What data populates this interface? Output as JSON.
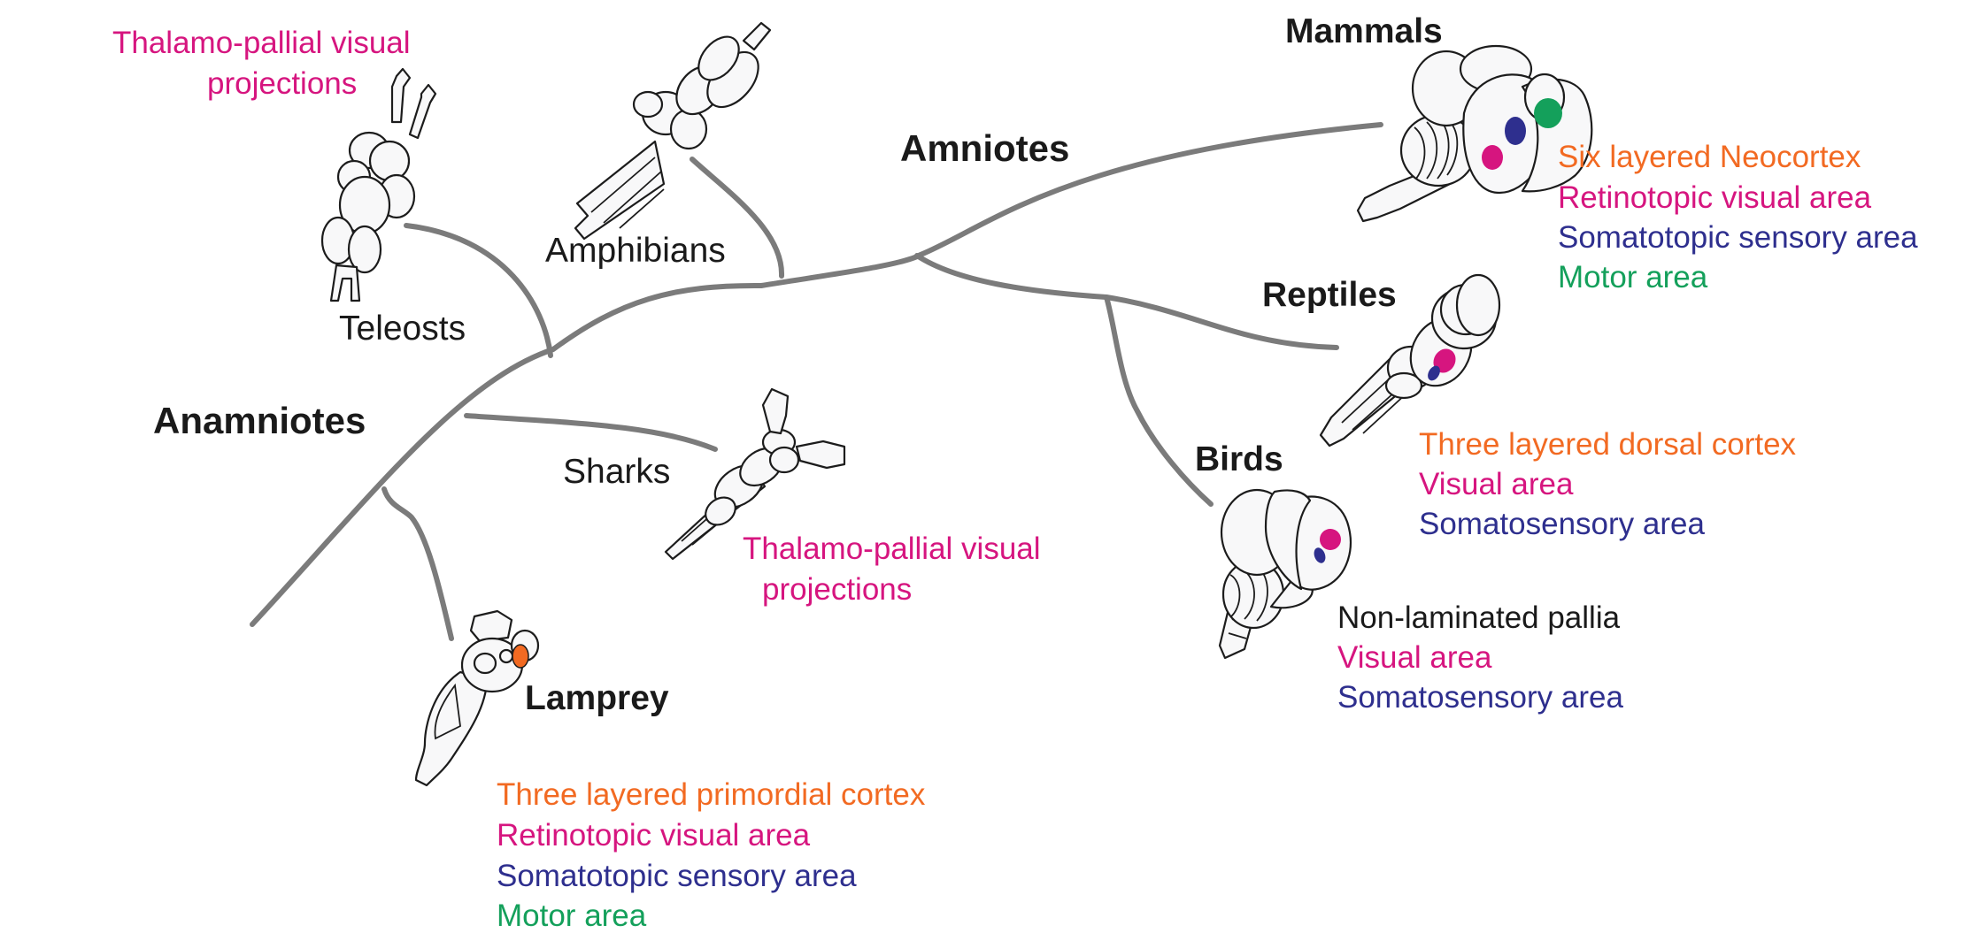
{
  "colors": {
    "branch": "#7b7b7b",
    "text": "#1a1a1a",
    "cortex": "#f26a22",
    "visual": "#d6157f",
    "sensory": "#2e2f8e",
    "motor": "#14a05b"
  },
  "groups": {
    "anamniotes": "Anamniotes",
    "amniotes": "Amniotes"
  },
  "taxa": {
    "teleosts": "Teleosts",
    "amphibians": "Amphibians",
    "sharks": "Sharks",
    "lamprey": "Lamprey",
    "mammals": "Mammals",
    "reptiles": "Reptiles",
    "birds": "Birds"
  },
  "features": {
    "teleosts": {
      "line1": "Thalamo-pallial visual",
      "line2": "projections"
    },
    "sharks": {
      "line1": "Thalamo-pallial visual",
      "line2": "projections"
    },
    "lamprey": {
      "cortex": "Three layered primordial cortex",
      "visual": "Retinotopic visual area",
      "sensory": "Somatotopic sensory area",
      "motor": "Motor area"
    },
    "mammals": {
      "cortex": "Six layered Neocortex",
      "visual": "Retinotopic visual area",
      "sensory": "Somatotopic sensory area",
      "motor": "Motor area"
    },
    "reptiles": {
      "cortex": "Three layered dorsal cortex",
      "visual": "Visual area",
      "sensory": "Somatosensory area"
    },
    "birds": {
      "cortex": "Non-laminated pallia",
      "visual": "Visual area",
      "sensory": "Somatosensory area"
    }
  },
  "icons": {
    "teleost_brain": "teleost-brain-icon",
    "amphibian_brain": "amphibian-brain-icon",
    "shark_brain": "shark-brain-icon",
    "lamprey_brain": "lamprey-brain-icon",
    "mammal_brain": "mammal-brain-icon",
    "reptile_brain": "reptile-brain-icon",
    "bird_brain": "bird-brain-icon"
  }
}
